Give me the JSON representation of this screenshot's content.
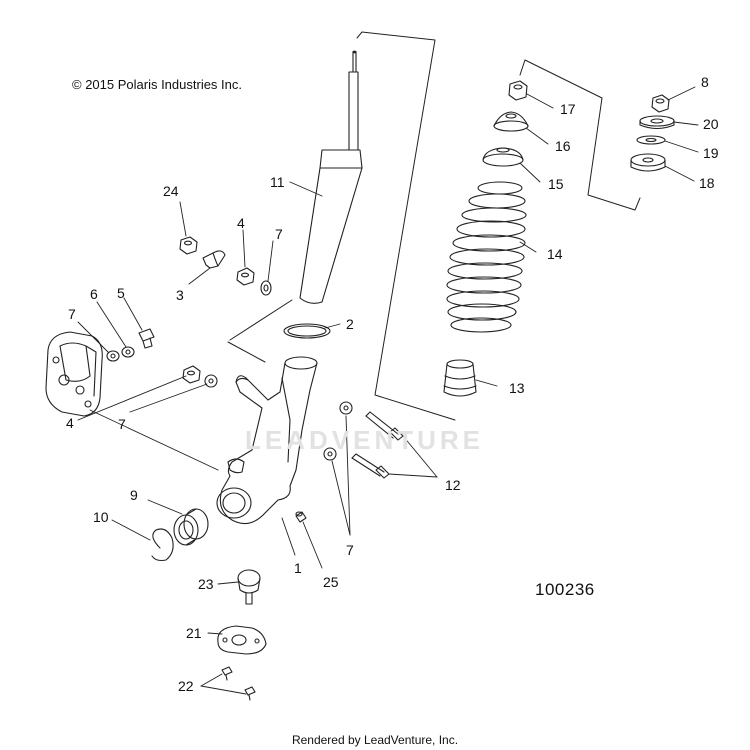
{
  "diagram": {
    "copyright": "© 2015 Polaris Industries Inc.",
    "drawing_number": "100236",
    "footer": "Rendered by LeadVenture, Inc.",
    "watermark": "LEADVENTURE",
    "callouts": {
      "c1": "1",
      "c2": "2",
      "c3": "3",
      "c4a": "4",
      "c4b": "4",
      "c5": "5",
      "c6": "6",
      "c7a": "7",
      "c7b": "7",
      "c7c": "7",
      "c7d": "7",
      "c8": "8",
      "c9": "9",
      "c10": "10",
      "c11": "11",
      "c12": "12",
      "c13": "13",
      "c14": "14",
      "c15": "15",
      "c16": "16",
      "c17": "17",
      "c18": "18",
      "c19": "19",
      "c20": "20",
      "c21": "21",
      "c22": "22",
      "c23": "23",
      "c24": "24",
      "c25": "25"
    }
  }
}
